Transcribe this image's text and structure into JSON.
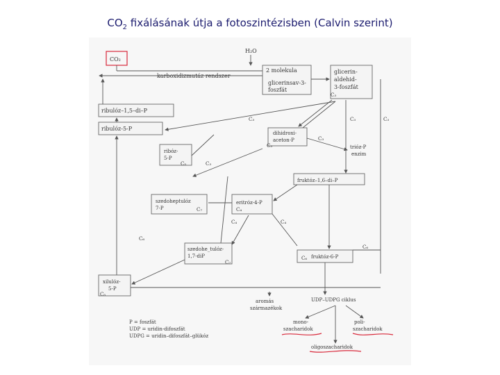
{
  "title": {
    "prefix": "CO",
    "sub": "2",
    "rest": " fixálásának útja a fotoszintézisben (Calvin szerint)"
  },
  "nodes": {
    "co2": "CO₂",
    "h2o": "H₂O",
    "carboxydismutase": "karboxidizmutáz rendszer",
    "two_molecule": "2 molekula",
    "glycerate_1": "glicerinsav-3-",
    "glycerate_2": "foszfát",
    "glycerald_1": "glicerin-",
    "glycerald_2": "aldehid-",
    "glycerald_3": "3-foszfát",
    "ribulose15": "ribulóz–1,5–di–P",
    "ribulose5": "ribulóz-5-P",
    "dihydroxy_1": "dihidroxi-",
    "dihydroxy_2": "aceton-P",
    "triose_1": "trióz-P",
    "triose_2": "enzim",
    "ribose_1": "ribóz-",
    "ribose_2": "5-P",
    "fructose16": "fruktóz–1,6–di–P",
    "sedoheptulose7_1": "szedoheptulóz",
    "sedoheptulose7_2": "7-P",
    "erythrose_1": "eritróz-4-P",
    "sedoheptulose17_1": "szedohe_tulóz-",
    "sedoheptulose17_2": "1,7-diP",
    "fructose6": "fruktóz-6-P",
    "xylulose_1": "xilulóz-",
    "xylulose_2": "5-P",
    "udp_cycle": "UDP–UDPG ciklus",
    "aromatic_1": "aromás",
    "aromatic_2": "származékok",
    "mono_1": "mono-",
    "mono_2": "szacharidok",
    "poly_1": "poli-",
    "poly_2": "szacharidok",
    "oligo": "oligoszacharidok"
  },
  "carbon_labels": {
    "c3_glyc": "C₃",
    "c3_a": "C₃",
    "c3_dihydroxy": "C₃",
    "c3_b": "C₃",
    "c3_triose": "C₃",
    "c3_c": "C₃",
    "c3_right": "C₃",
    "c5_ribose": "C₅",
    "c5_xylulose": "C₅",
    "c6_left": "C₆",
    "c6_right": "C₆",
    "c6_fructose6": "C₆",
    "c7_sedo": "C₇",
    "c7_sedo17": "C₇",
    "c4_erythrose": "C₄",
    "c4_a": "C₄",
    "c4_b": "C₄"
  },
  "legend": {
    "p": "P = foszfát",
    "udp": "UDP = uridin-difoszfát",
    "udpg": "UDPG = uridin–difoszfát–glükóz"
  },
  "colors": {
    "title": "#1b1b6e",
    "highlight": "#d8283a",
    "figure_bg": "#f7f7f7"
  }
}
